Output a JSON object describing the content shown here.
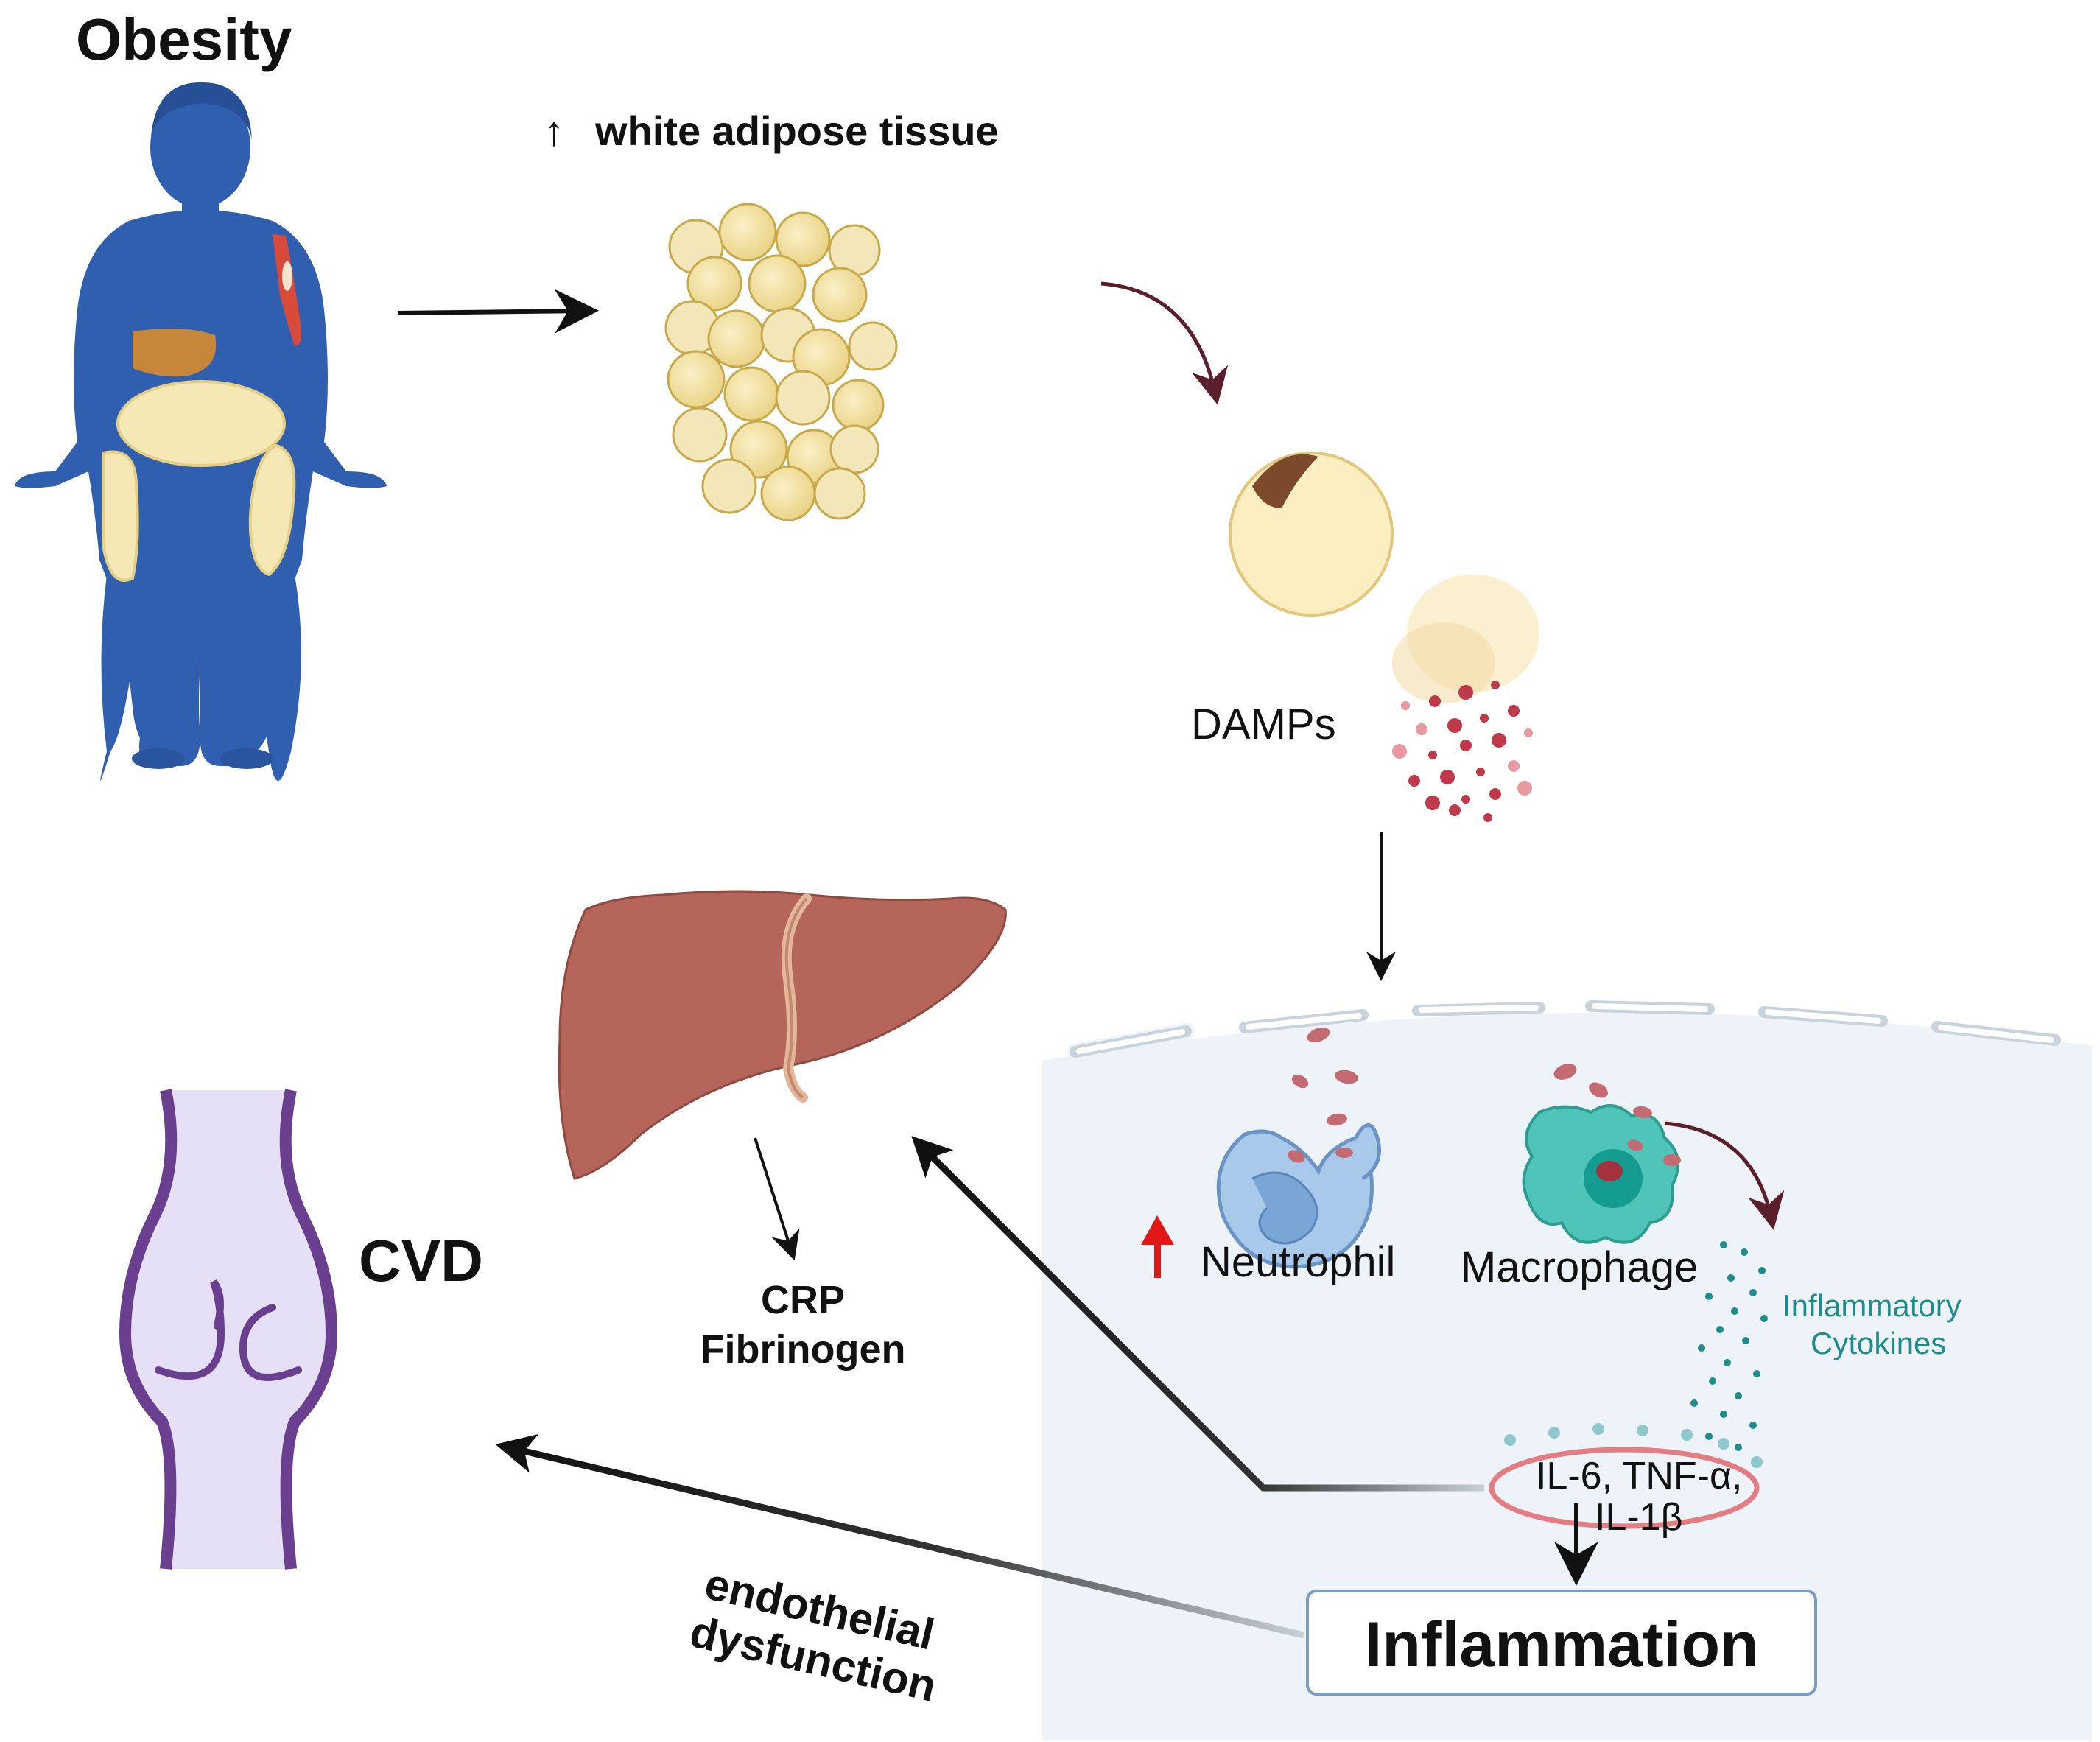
{
  "labels": {
    "obesity": "Obesity",
    "adipose_arrow": "↑",
    "adipose": "white adipose tissue",
    "damps": "DAMPs",
    "neutrophil": "Neutrophil",
    "macrophage": "Macrophage",
    "cytokines_line1": "Inflammatory",
    "cytokines_line2": "Cytokines",
    "il_line1": "IL-6, TNF-α,",
    "il_line2": "IL-1β",
    "inflammation": "Inflammation",
    "crp": "CRP",
    "fibrinogen": "Fibrinogen",
    "cvd": "CVD",
    "endothelial_line1": "endothelial",
    "endothelial_line2": "dysfunction"
  },
  "colors": {
    "body_blue": "#2f5fae",
    "fat_cream": "#f6e8b4",
    "liver": "#b5655a",
    "tissue_bg": "#eef3f9",
    "macrophage": "#4fc4b8",
    "neutrophil": "#a9c9ea",
    "damp_red": "#c0394a",
    "vessel_purple": "#6a3f8f",
    "vessel_fill": "#e5e0f6",
    "cytokine_teal": "#1e8c8c",
    "il_ring": "#e47d82",
    "up_arrow_red": "#e01818"
  }
}
